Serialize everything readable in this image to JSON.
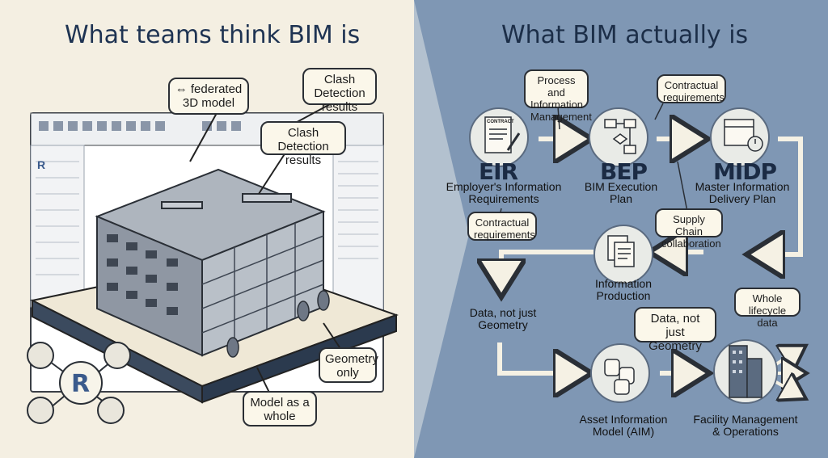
{
  "left": {
    "title": "What teams think BIM is",
    "callouts": {
      "federated": "⇔ federated 3D model",
      "clash_top": "Clash Detection results",
      "clash_mid": "Clash Detection results",
      "geometry": "Geometry only",
      "model_whole": "Model as a whole"
    },
    "app_logo": "R"
  },
  "right": {
    "title": "What BIM actually is",
    "eir": {
      "acronym": "EIR",
      "label": "Employer's Information Requirements",
      "doc_label": "CONTRACT"
    },
    "bep": {
      "acronym": "BEP",
      "label": "BIM Execution Plan"
    },
    "midp": {
      "acronym": "MIDP",
      "label": "Master Information Delivery Plan"
    },
    "info_production": "Information Production",
    "aim": "Asset Information Model (AIM)",
    "fm": "Facility Management & Operations",
    "bubbles": {
      "process": "Process and Information Management",
      "contractual_top": "Contractual requirements",
      "contractual_left": "Contractual requirements",
      "supply_chain": "Supply Chain collaboration",
      "data_geometry_bubble": "Data, not just Geometry",
      "whole_lifecycle": "Whole lifecycle data"
    },
    "data_geometry_text": "Data, not just Geometry"
  },
  "colors": {
    "left_bg": "#f4efe2",
    "right_bg": "#7f97b4",
    "title": "#1e3352",
    "bubble": "#fbf7ea"
  }
}
